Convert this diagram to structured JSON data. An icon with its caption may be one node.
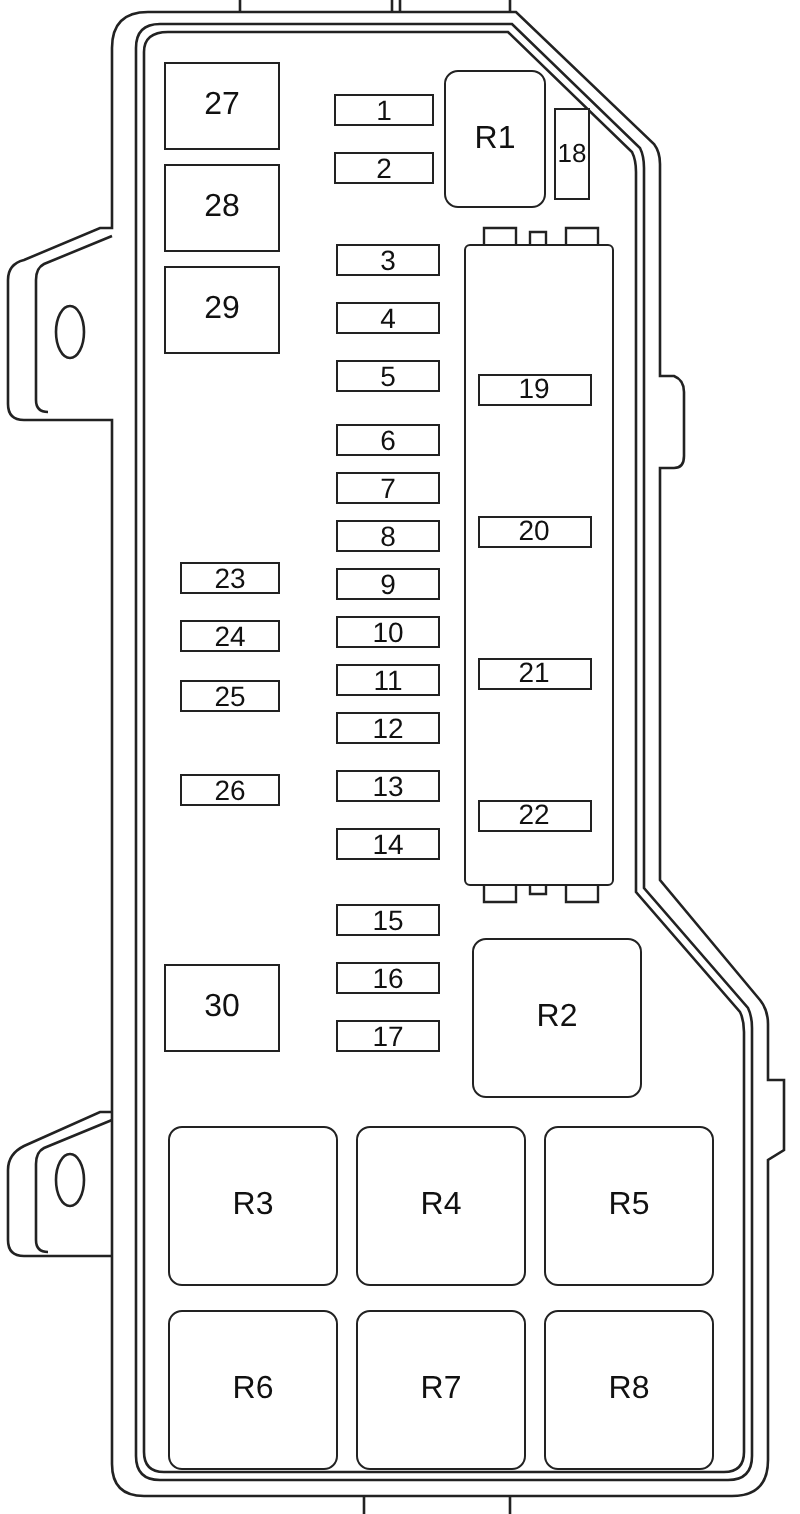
{
  "diagram": {
    "nodes": [
      {
        "text": [
          "27"
        ]
      },
      {
        "text": [
          "28"
        ]
      },
      {
        "text": [
          "29"
        ]
      },
      {
        "text": [
          "1"
        ]
      },
      {
        "text": [
          "2"
        ]
      },
      {
        "text": [
          "3"
        ]
      },
      {
        "text": [
          "4"
        ]
      },
      {
        "text": [
          "5"
        ]
      },
      {
        "text": [
          "6"
        ]
      },
      {
        "text": [
          "7"
        ]
      },
      {
        "text": [
          "8"
        ]
      },
      {
        "text": [
          "9"
        ]
      },
      {
        "text": [
          "10"
        ]
      },
      {
        "text": [
          "11"
        ]
      },
      {
        "text": [
          "12"
        ]
      },
      {
        "text": [
          "13"
        ]
      },
      {
        "text": [
          "14"
        ]
      },
      {
        "text": [
          "15"
        ]
      },
      {
        "text": [
          "16"
        ]
      },
      {
        "text": [
          "17"
        ]
      },
      {
        "text": [
          "R1"
        ]
      },
      {
        "text": [
          "18"
        ]
      },
      {
        "text": [],
        "shape": "box"
      },
      {
        "text": [
          "19"
        ],
        "in": 22
      },
      {
        "text": [
          "20"
        ],
        "in": 22
      },
      {
        "text": [
          "21"
        ],
        "in": 22
      },
      {
        "text": [
          "22"
        ],
        "in": 22
      },
      {
        "text": [
          "23"
        ]
      },
      {
        "text": [
          "24"
        ]
      },
      {
        "text": [
          "25"
        ]
      },
      {
        "text": [
          "26"
        ]
      },
      {
        "text": [
          "30"
        ]
      },
      {
        "text": [
          "R2"
        ]
      },
      {
        "text": [
          "R3"
        ]
      },
      {
        "text": [
          "R4"
        ]
      },
      {
        "text": [
          "R5"
        ]
      },
      {
        "text": [
          "R6"
        ]
      },
      {
        "text": [
          "R7"
        ]
      },
      {
        "text": [
          "R8"
        ]
      }
    ]
  }
}
